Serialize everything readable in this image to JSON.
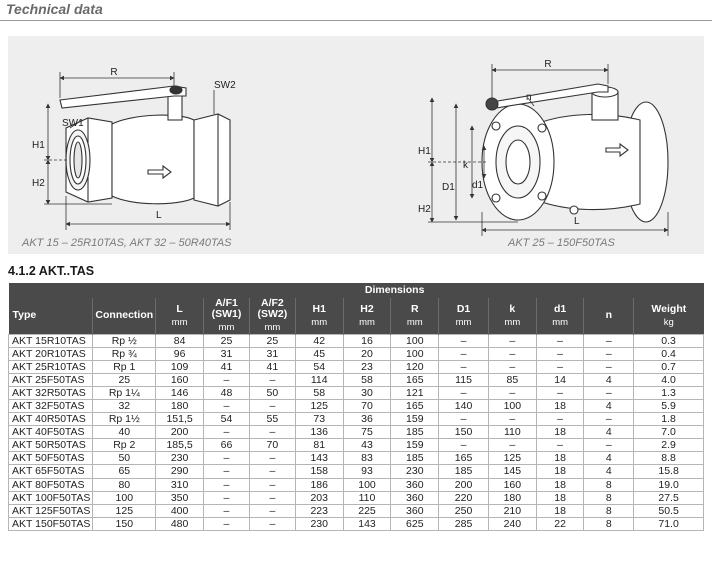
{
  "header": {
    "title": "Technical data"
  },
  "figure": {
    "left_caption": "AKT 15 – 25R10TAS, AKT 32 – 50R40TAS",
    "right_caption": "AKT 25 – 150F50TAS",
    "left_labels": {
      "r": "R",
      "sw1": "SW1",
      "sw2": "SW2",
      "h1": "H1",
      "h2": "H2",
      "l": "L"
    },
    "right_labels": {
      "r": "R",
      "n": "n",
      "h1": "H1",
      "h2": "H2",
      "d1_big": "D1",
      "k": "k",
      "d1_small": "d1",
      "l": "L"
    }
  },
  "subsection": {
    "title": "4.1.2 AKT..TAS"
  },
  "table": {
    "group_header": "Dimensions",
    "columns": [
      {
        "label": "Type",
        "unit": ""
      },
      {
        "label": "Connection",
        "unit": ""
      },
      {
        "label": "L",
        "unit": "mm"
      },
      {
        "label": "A/F1 (SW1)",
        "unit": "mm"
      },
      {
        "label": "A/F2 (SW2)",
        "unit": "mm"
      },
      {
        "label": "H1",
        "unit": "mm"
      },
      {
        "label": "H2",
        "unit": "mm"
      },
      {
        "label": "R",
        "unit": "mm"
      },
      {
        "label": "D1",
        "unit": "mm"
      },
      {
        "label": "k",
        "unit": "mm"
      },
      {
        "label": "d1",
        "unit": "mm"
      },
      {
        "label": "n",
        "unit": ""
      },
      {
        "label": "Weight",
        "unit": "kg"
      }
    ],
    "rows": [
      [
        "AKT 15R10TAS",
        "Rp ½",
        "84",
        "25",
        "25",
        "42",
        "16",
        "100",
        "–",
        "–",
        "–",
        "–",
        "0.3"
      ],
      [
        "AKT 20R10TAS",
        "Rp ¾",
        "96",
        "31",
        "31",
        "45",
        "20",
        "100",
        "–",
        "–",
        "–",
        "–",
        "0.4"
      ],
      [
        "AKT 25R10TAS",
        "Rp 1",
        "109",
        "41",
        "41",
        "54",
        "23",
        "120",
        "–",
        "–",
        "–",
        "–",
        "0.7"
      ],
      [
        "AKT 25F50TAS",
        "25",
        "160",
        "–",
        "–",
        "114",
        "58",
        "165",
        "115",
        "85",
        "14",
        "4",
        "4.0"
      ],
      [
        "AKT 32R50TAS",
        "Rp 1¼",
        "146",
        "48",
        "50",
        "58",
        "30",
        "121",
        "–",
        "–",
        "–",
        "–",
        "1.3"
      ],
      [
        "AKT 32F50TAS",
        "32",
        "180",
        "–",
        "–",
        "125",
        "70",
        "165",
        "140",
        "100",
        "18",
        "4",
        "5.9"
      ],
      [
        "AKT 40R50TAS",
        "Rp 1½",
        "151,5",
        "54",
        "55",
        "73",
        "36",
        "159",
        "–",
        "–",
        "–",
        "–",
        "1.8"
      ],
      [
        "AKT 40F50TAS",
        "40",
        "200",
        "–",
        "–",
        "136",
        "75",
        "185",
        "150",
        "110",
        "18",
        "4",
        "7.0"
      ],
      [
        "AKT 50R50TAS",
        "Rp 2",
        "185,5",
        "66",
        "70",
        "81",
        "43",
        "159",
        "–",
        "–",
        "–",
        "–",
        "2.9"
      ],
      [
        "AKT 50F50TAS",
        "50",
        "230",
        "–",
        "–",
        "143",
        "83",
        "185",
        "165",
        "125",
        "18",
        "4",
        "8.8"
      ],
      [
        "AKT 65F50TAS",
        "65",
        "290",
        "–",
        "–",
        "158",
        "93",
        "230",
        "185",
        "145",
        "18",
        "4",
        "15.8"
      ],
      [
        "AKT 80F50TAS",
        "80",
        "310",
        "–",
        "–",
        "186",
        "100",
        "360",
        "200",
        "160",
        "18",
        "8",
        "19.0"
      ],
      [
        "AKT 100F50TAS",
        "100",
        "350",
        "–",
        "–",
        "203",
        "110",
        "360",
        "220",
        "180",
        "18",
        "8",
        "27.5"
      ],
      [
        "AKT 125F50TAS",
        "125",
        "400",
        "–",
        "–",
        "223",
        "225",
        "360",
        "250",
        "210",
        "18",
        "8",
        "50.5"
      ],
      [
        "AKT 150F50TAS",
        "150",
        "480",
        "–",
        "–",
        "230",
        "143",
        "625",
        "285",
        "240",
        "22",
        "8",
        "71.0"
      ]
    ]
  }
}
